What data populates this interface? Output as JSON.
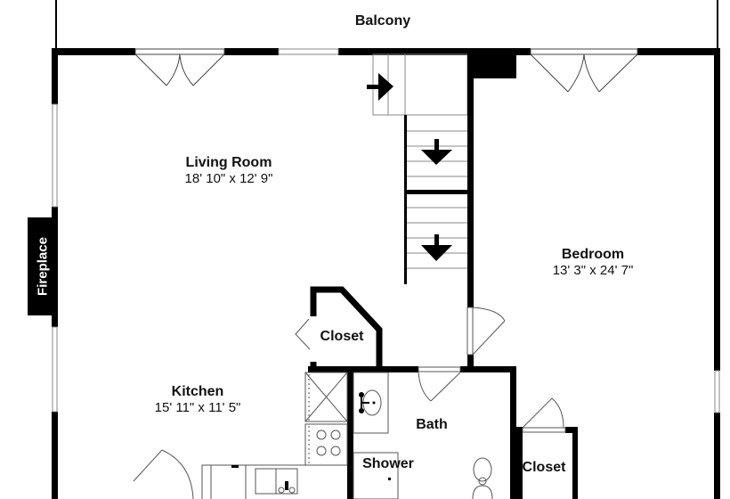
{
  "floorplan": {
    "rooms": [
      {
        "id": "balcony",
        "name": "Balcony",
        "dimensions": ""
      },
      {
        "id": "living-room",
        "name": "Living Room",
        "dimensions": "18' 10\" x 12' 9\""
      },
      {
        "id": "bedroom",
        "name": "Bedroom",
        "dimensions": "13' 3\" x 24' 7\""
      },
      {
        "id": "kitchen",
        "name": "Kitchen",
        "dimensions": "15' 11\" x 11' 5\""
      },
      {
        "id": "closet-hall",
        "name": "Closet",
        "dimensions": ""
      },
      {
        "id": "bath",
        "name": "Bath",
        "dimensions": ""
      },
      {
        "id": "shower",
        "name": "Shower",
        "dimensions": ""
      },
      {
        "id": "closet-bedroom",
        "name": "Closet",
        "dimensions": ""
      }
    ],
    "features": {
      "fireplace": "Fireplace"
    },
    "colors": {
      "wall": "#000000",
      "fixture_line": "#555555",
      "window": "#999999",
      "background": "#ffffff"
    }
  }
}
